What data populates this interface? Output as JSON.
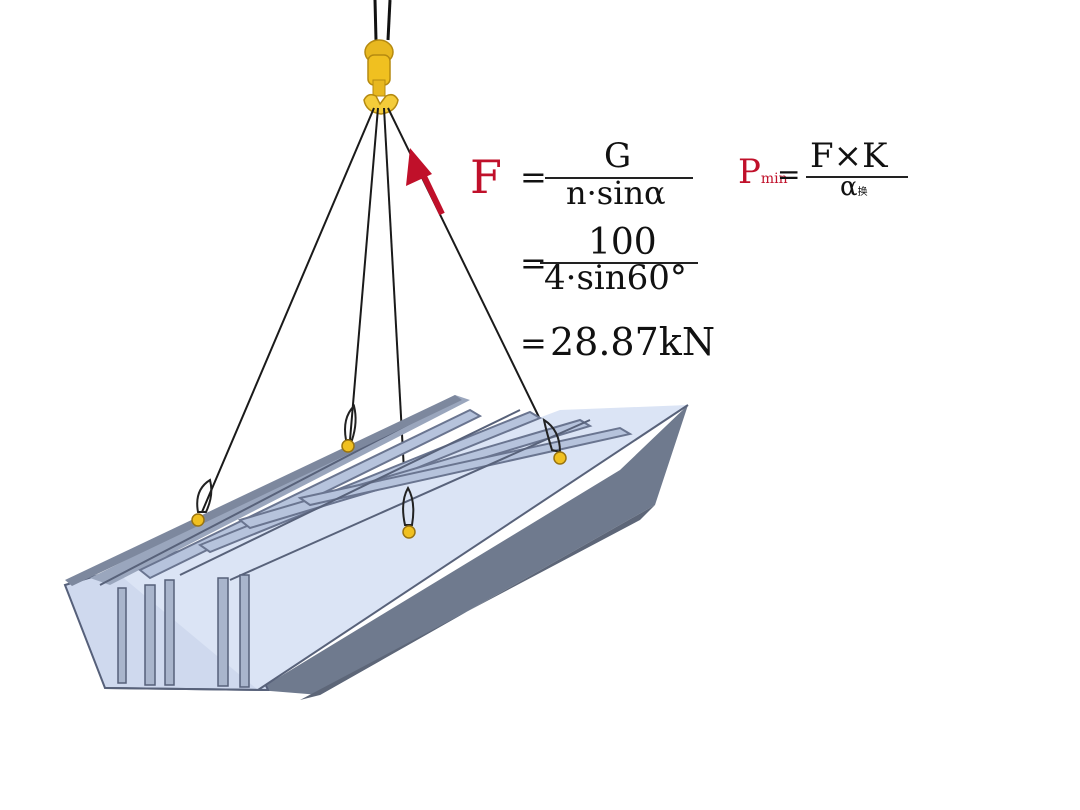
{
  "formula_main": {
    "force_symbol": "F",
    "eq1": "=",
    "numerator1": "G",
    "denominator1": "n·sinα",
    "eq2": "=",
    "numerator2": "100",
    "denominator2": "4·sin60°",
    "eq3": "=",
    "result": "28.87kN"
  },
  "formula_min": {
    "symbol": "P",
    "subscript": "min",
    "eq": "=",
    "numerator": "F×K",
    "denominator": "α",
    "denominator_sub": "换"
  },
  "colors": {
    "accent_red": "#c0102a",
    "hook_yellow": "#f0c020",
    "steel_dark": "#6b7588",
    "steel_light": "#c8d4ea"
  }
}
